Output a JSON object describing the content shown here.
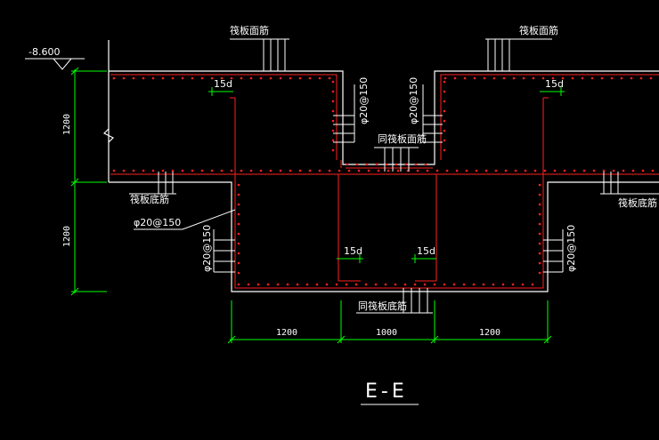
{
  "drawing": {
    "section_title": "E-E",
    "elevation": "-8.600",
    "labels": {
      "top_left": "筏板面筋",
      "top_right": "筏板面筋",
      "pit_top": "同筏板面筋",
      "bottom_left": "筏板底筋",
      "bottom_right": "筏板底筋",
      "pit_bottom": "同筏板底筋",
      "rebar_left_diag": "φ20@150",
      "rebar_vert_left_upper": "φ20@150",
      "rebar_vert_right_upper": "φ20@150",
      "rebar_vert_left_lower": "φ20@150",
      "rebar_vert_right_lower": "φ20@150",
      "anchor_15d_1": "15d",
      "anchor_15d_2": "15d",
      "anchor_15d_3": "15d",
      "anchor_15d_4": "15d"
    },
    "dims": {
      "horizontal": [
        "1200",
        "1000",
        "1200"
      ],
      "vertical": [
        "1200",
        "1200"
      ]
    },
    "colors": {
      "concrete": "#ffffff",
      "rebar": "#ff2020",
      "dimension": "#00ff00"
    }
  }
}
